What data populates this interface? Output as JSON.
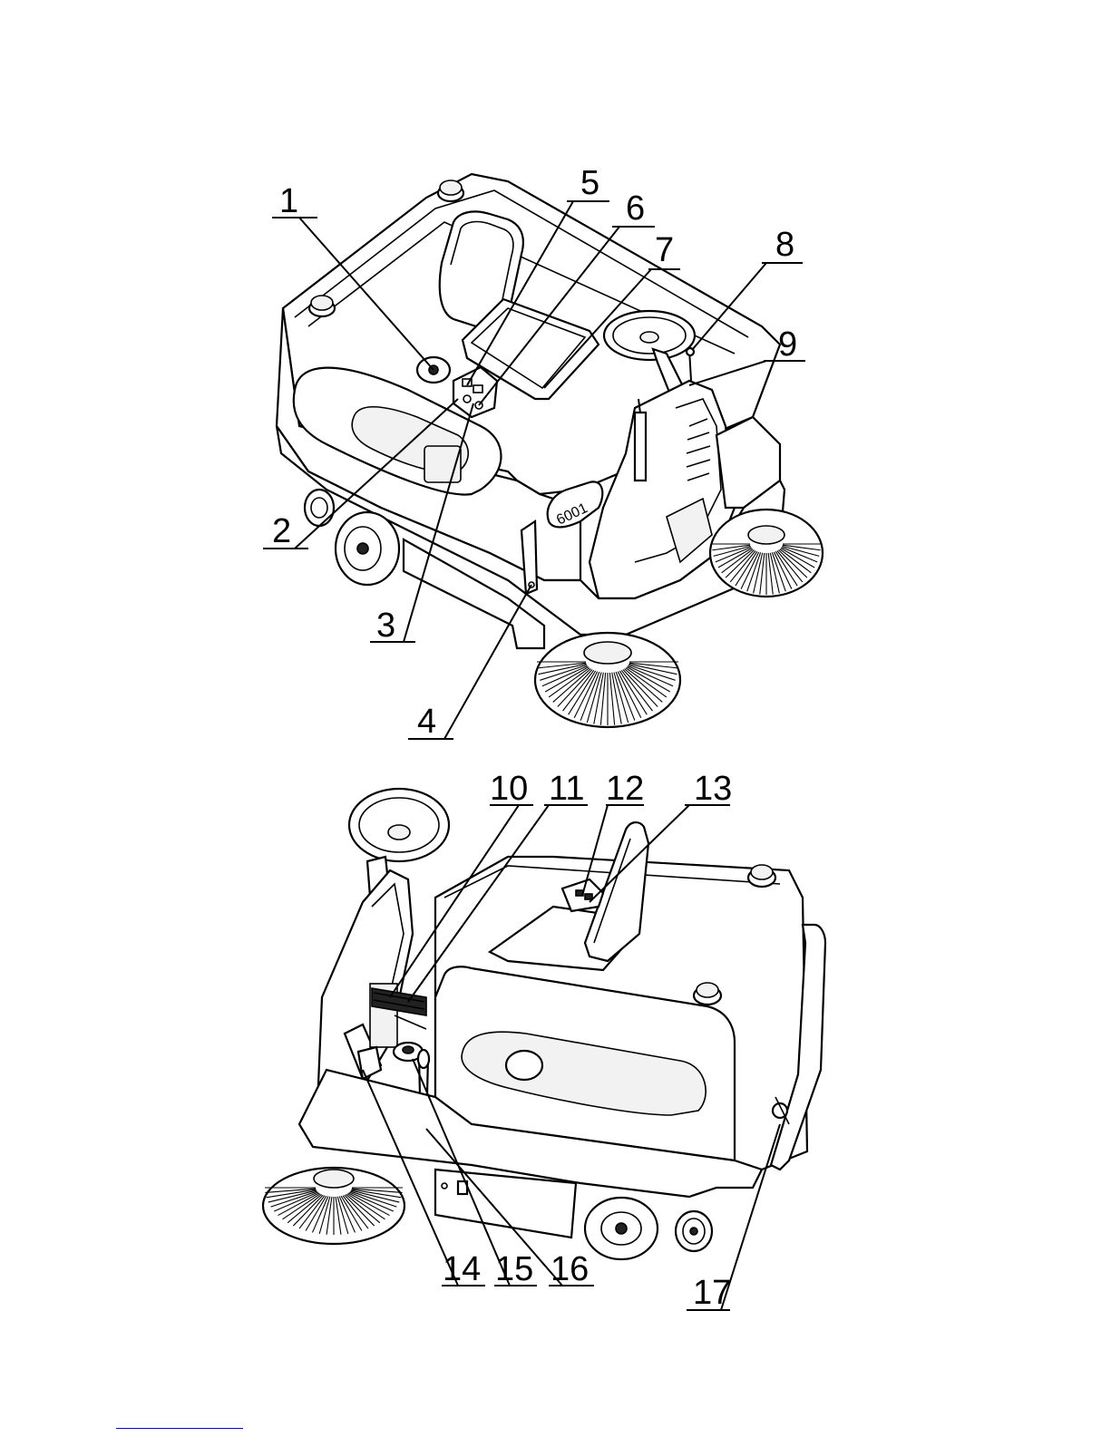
{
  "diagram": {
    "views": [
      {
        "id": "top-view",
        "callouts": [
          "1",
          "2",
          "3",
          "4",
          "5",
          "6",
          "7",
          "8",
          "9"
        ]
      },
      {
        "id": "bottom-view",
        "callouts": [
          "10",
          "11",
          "12",
          "13",
          "14",
          "15",
          "16",
          "17"
        ]
      }
    ],
    "badge_text": "6001",
    "colors": {
      "line": "#000000",
      "footer_rule": "#0000ee"
    }
  }
}
